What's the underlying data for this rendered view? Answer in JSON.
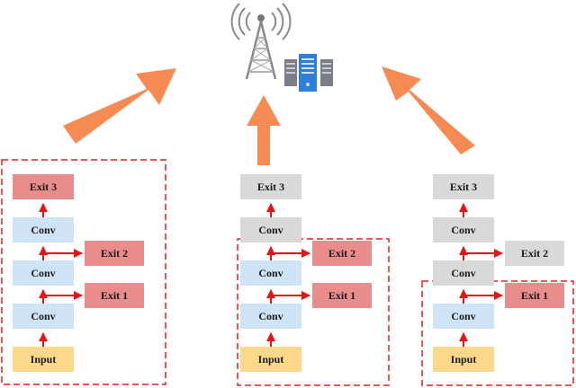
{
  "colors": {
    "input": "#fdd88a",
    "conv": "#cfe3f7",
    "exit": "#e88c8c",
    "inactive": "#d9d9d9",
    "arrow_red": "#ee1111",
    "arrow_orange": "#f58a52",
    "dash_border": "#dd2222",
    "server_blue": "#2f7fd8",
    "server_gray": "#7a7f86"
  },
  "columns": [
    {
      "input": "Input",
      "conv": [
        "Conv",
        "Conv",
        "Conv"
      ],
      "exit1": "Exit 1",
      "exit2": "Exit 2",
      "exit3": "Exit 3"
    },
    {
      "input": "Input",
      "conv": [
        "Conv",
        "Conv",
        "Conv"
      ],
      "exit1": "Exit 1",
      "exit2": "Exit 2",
      "exit3": "Exit 3"
    },
    {
      "input": "Input",
      "conv": [
        "Conv",
        "Conv",
        "Conv"
      ],
      "exit1": "Exit 1",
      "exit2": "Exit 2",
      "exit3": "Exit 3"
    }
  ],
  "icons": {
    "tower": "cell-tower-icon",
    "server": "server-icon"
  }
}
